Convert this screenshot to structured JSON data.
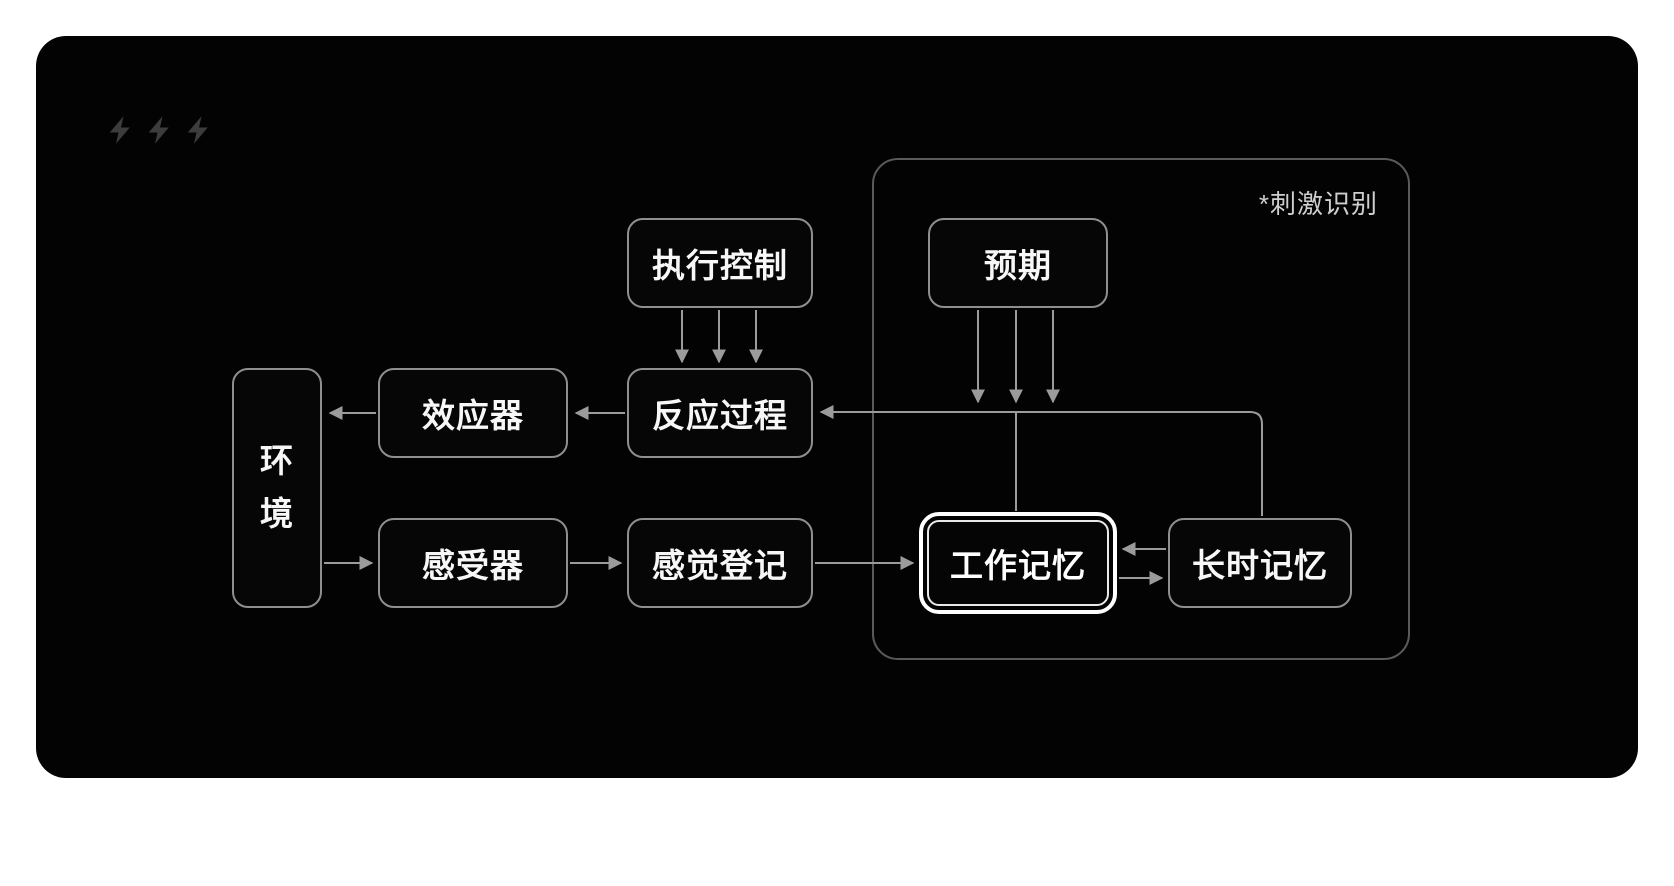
{
  "panel": {
    "background": "#030303",
    "page_background": "#ffffff"
  },
  "icons": {
    "bolts": [
      "zap-icon",
      "zap-icon",
      "zap-icon"
    ],
    "bolt_color": "#3c3c3c"
  },
  "region": {
    "label": "*刺激识别",
    "border_color": "#5a5a5a"
  },
  "nodes": {
    "executive_control": {
      "label": "执行控制"
    },
    "expectation": {
      "label": "预期"
    },
    "environment": {
      "label": "环境"
    },
    "effector": {
      "label": "效应器"
    },
    "response_process": {
      "label": "反应过程"
    },
    "receptor": {
      "label": "感受器"
    },
    "sensory_register": {
      "label": "感觉登记"
    },
    "working_memory": {
      "label": "工作记忆",
      "highlighted": true
    },
    "long_term_memory": {
      "label": "长时记忆"
    }
  },
  "edges": [
    {
      "from": "executive_control",
      "to": "response_process",
      "arrows": 3,
      "direction": "down"
    },
    {
      "from": "expectation",
      "to": "retrieval_pathway",
      "arrows": 3,
      "direction": "down"
    },
    {
      "from": "long_term_memory",
      "to": "response_process",
      "via": "retrieval_pathway"
    },
    {
      "from": "working_memory",
      "to": "retrieval_pathway",
      "arrows": 0
    },
    {
      "from": "response_process",
      "to": "effector"
    },
    {
      "from": "effector",
      "to": "environment"
    },
    {
      "from": "environment",
      "to": "receptor"
    },
    {
      "from": "receptor",
      "to": "sensory_register"
    },
    {
      "from": "sensory_register",
      "to": "working_memory"
    },
    {
      "from": "long_term_memory",
      "to": "working_memory"
    },
    {
      "from": "working_memory",
      "to": "long_term_memory"
    }
  ],
  "colors": {
    "arrow": "#9b9b9b",
    "node_border": "#8f8f8f",
    "node_text": "#f7f7f7",
    "highlight_border": "#ffffff",
    "region_label_text": "#cfcfcf"
  }
}
